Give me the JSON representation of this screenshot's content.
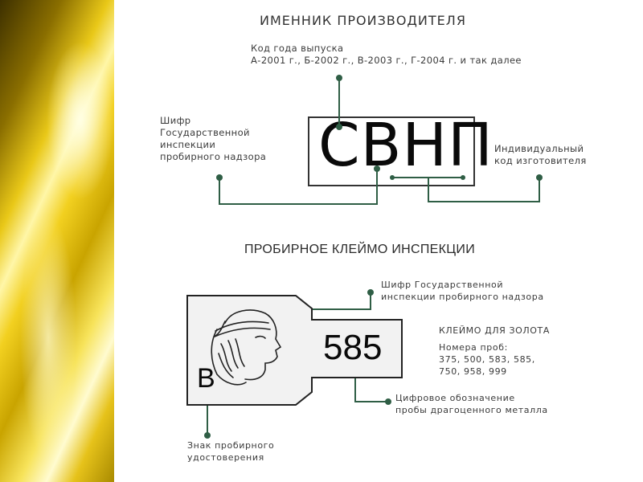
{
  "manufacturer": {
    "title": "ИМЕННИК ПРОИЗВОДИТЕЛЯ",
    "stamp_text": "СВНП",
    "year_code_line1": "Код года выпуска",
    "year_code_line2": "А-2001 г., Б-2002 г., В-2003 г., Г-2004 г. и так далее",
    "inspection_line1": "Шифр",
    "inspection_line2": "Государственной",
    "inspection_line3": "инспекции",
    "inspection_line4": "пробирного надзора",
    "maker_line1": "Индивидуальный",
    "maker_line2": "код изготовителя"
  },
  "assay": {
    "title": "ПРОБИРНОЕ КЛЕЙМО ИНСПЕКЦИИ",
    "fineness": "585",
    "letter": "В",
    "inspection_line1": "Шифр Государственной",
    "inspection_line2": "инспекции пробирного надзора",
    "gold_heading": "КЛЕЙМО ДЛЯ ЗОЛОТА",
    "gold_line1": "Номера проб:",
    "gold_line2": "375, 500, 583, 585,",
    "gold_line3": "750, 958, 999",
    "digital_line1": "Цифровое обозначение",
    "digital_line2": "пробы драгоценного металла",
    "cert_line1": "Знак пробирного",
    "cert_line2": "удостоверения"
  },
  "colors": {
    "connector": "#2f5e45",
    "gold_panel": "#e9c818"
  }
}
